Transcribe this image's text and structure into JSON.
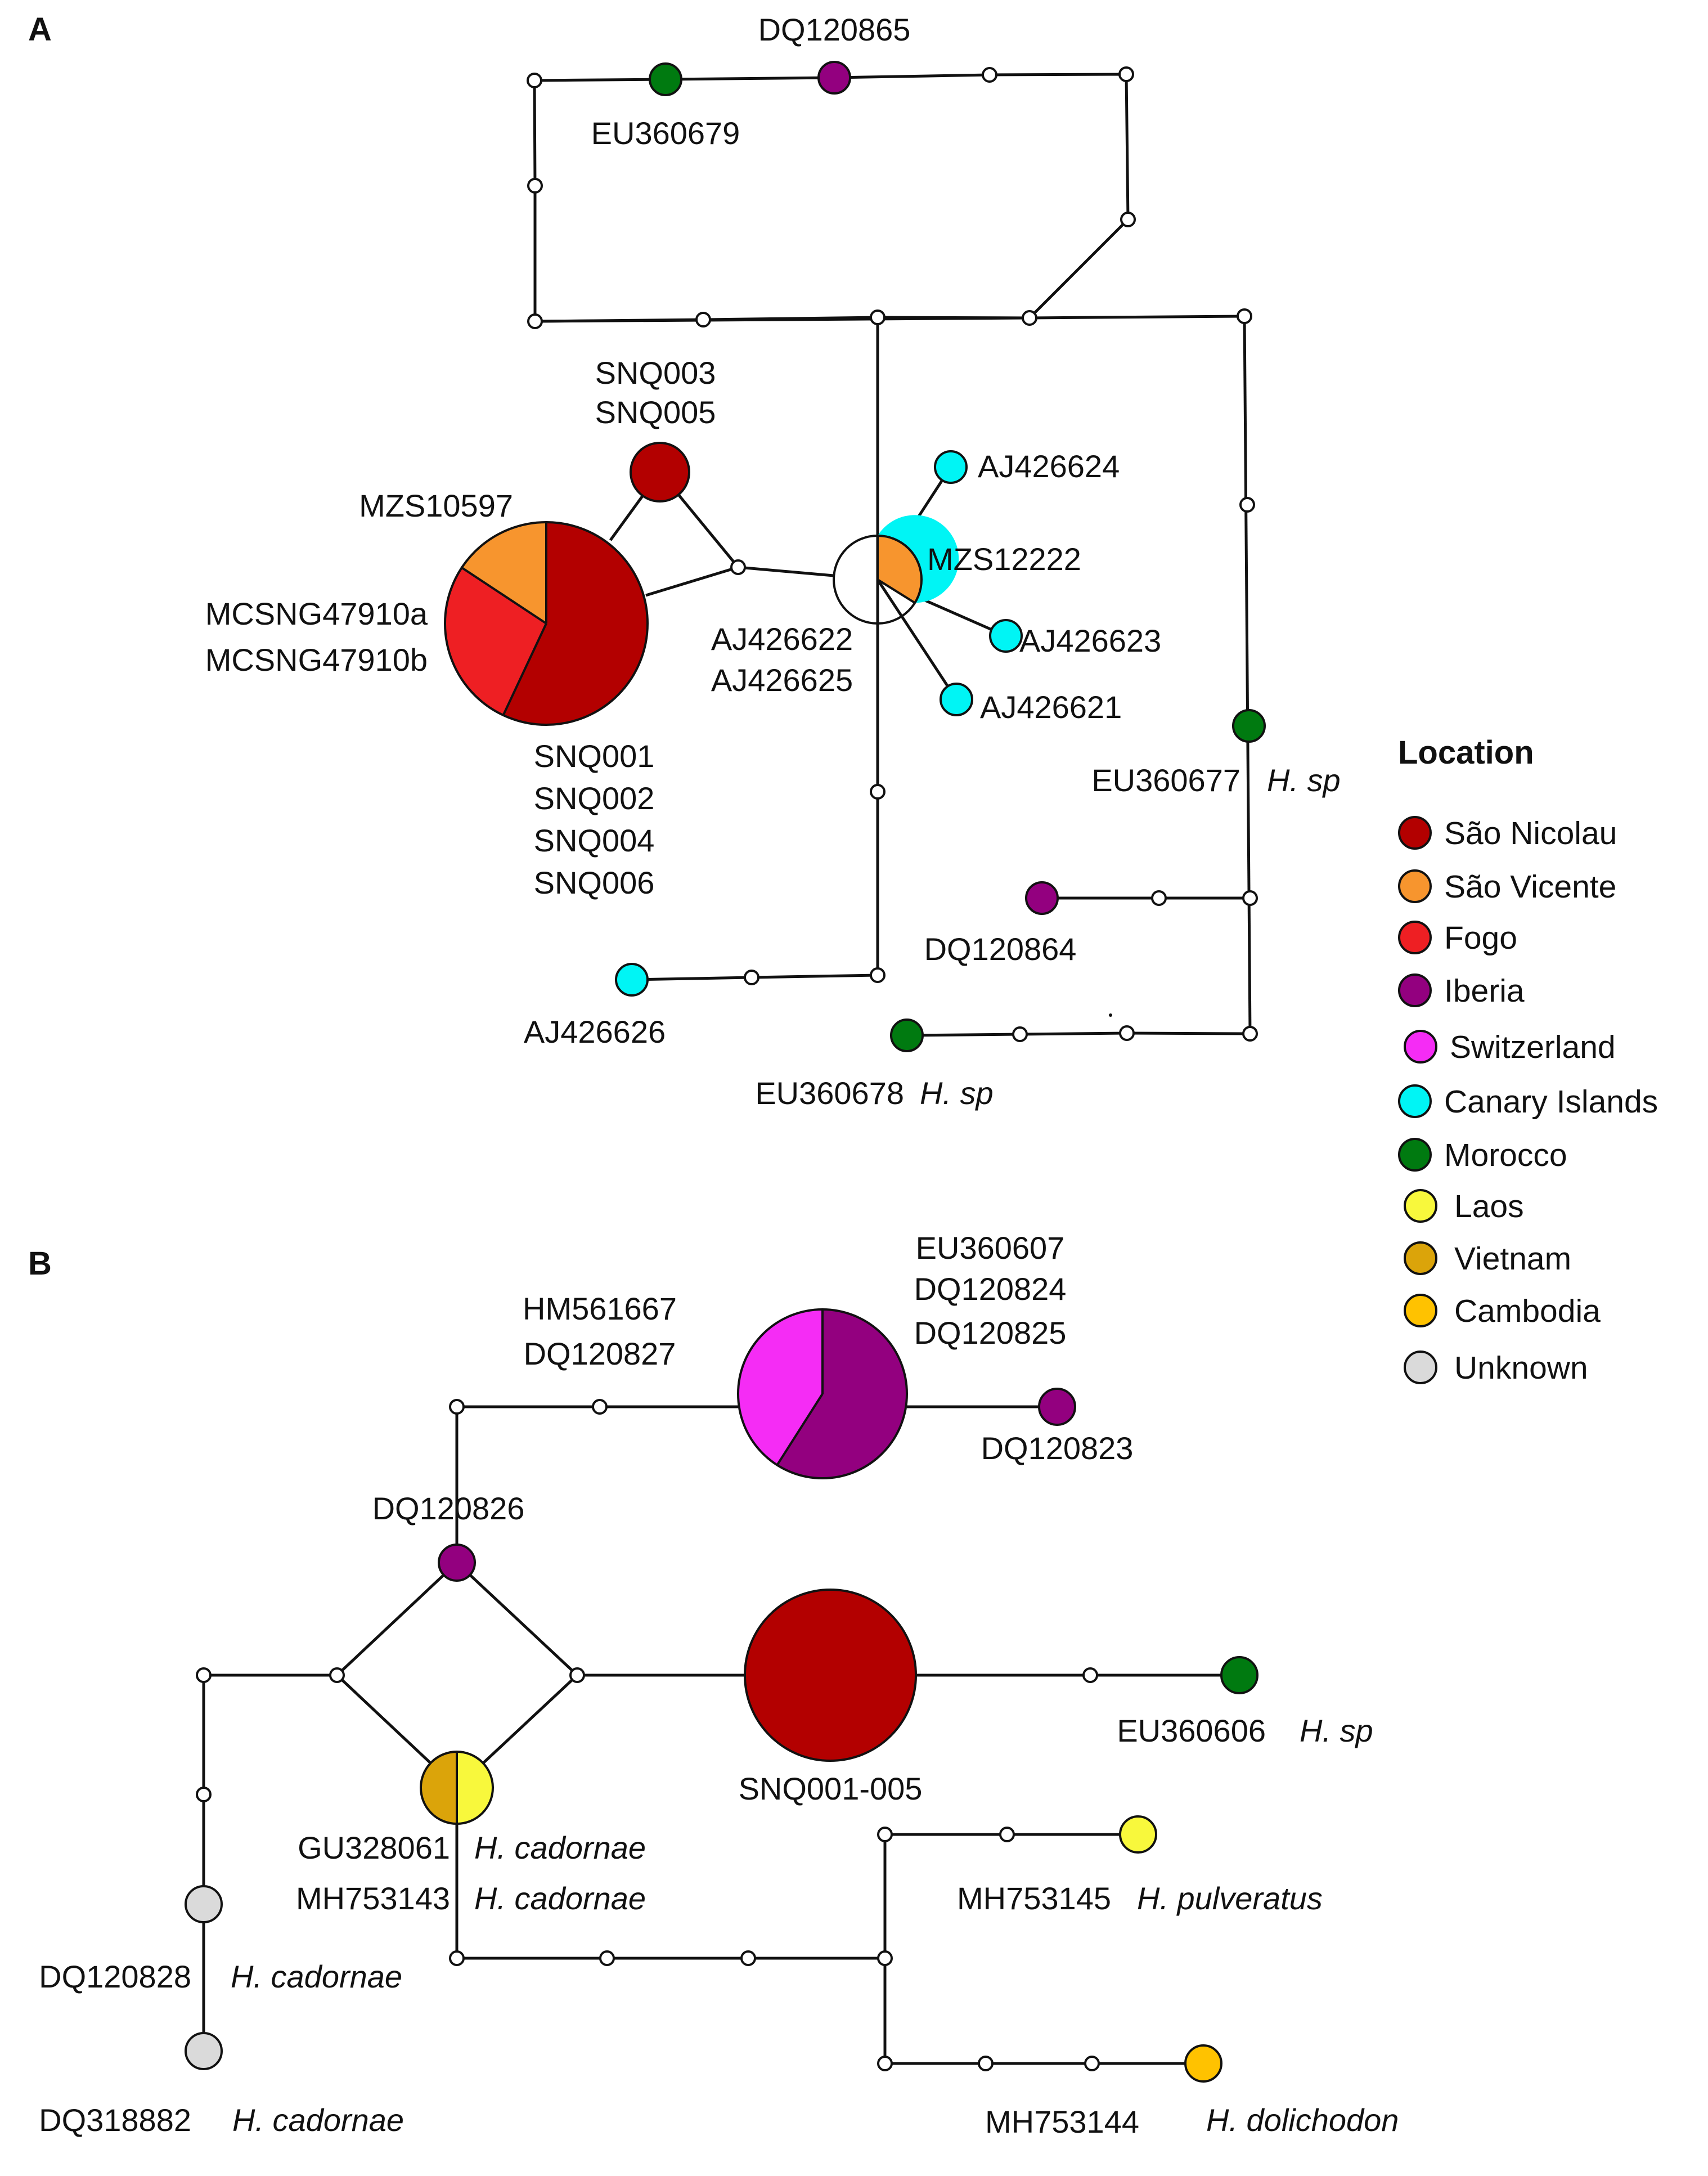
{
  "panels": {
    "a": "A",
    "b": "B"
  },
  "colors": {
    "sao_nicolau": "#b30000",
    "sao_vicente": "#f7952e",
    "fogo": "#ee1f23",
    "iberia": "#93007f",
    "switzerland": "#f52cf5",
    "canary": "#00f5f5",
    "morocco": "#007a10",
    "laos": "#f8f83c",
    "vietnam": "#dba40a",
    "cambodia": "#ffc200",
    "unknown": "#dadada"
  },
  "legend": {
    "title": "Location",
    "items": [
      {
        "label": "São Nicolau",
        "color": "#b30000"
      },
      {
        "label": "São Vicente",
        "color": "#f7952e"
      },
      {
        "label": "Fogo",
        "color": "#ee1f23"
      },
      {
        "label": "Iberia",
        "color": "#93007f"
      },
      {
        "label": "Switzerland",
        "color": "#f52cf5"
      },
      {
        "label": "Canary Islands",
        "color": "#00f5f5"
      },
      {
        "label": "Morocco",
        "color": "#007a10"
      },
      {
        "label": "Laos",
        "color": "#f8f83c"
      },
      {
        "label": "Vietnam",
        "color": "#dba40a"
      },
      {
        "label": "Cambodia",
        "color": "#ffc200"
      },
      {
        "label": "Unknown",
        "color": "#dadada"
      }
    ]
  },
  "a": {
    "dq120865": "DQ120865",
    "eu360679": "EU360679",
    "snq003": "SNQ003",
    "snq005": "SNQ005",
    "mzs10597": "MZS10597",
    "mcsng47910a": "MCSNG47910a",
    "mcsng47910b": "MCSNG47910b",
    "snq001": "SNQ001",
    "snq002": "SNQ002",
    "snq004": "SNQ004",
    "snq006": "SNQ006",
    "aj426624": "AJ426624",
    "mzs12222": "MZS12222",
    "aj426622": "AJ426622",
    "aj426625": "AJ426625",
    "aj426623": "AJ426623",
    "aj426621": "AJ426621",
    "eu360677": "EU360677",
    "eu360677_sp": "H. sp",
    "dq120864": "DQ120864",
    "aj426626": "AJ426626",
    "eu360678": "EU360678",
    "eu360678_sp": "H. sp"
  },
  "b": {
    "eu360607": "EU360607",
    "dq120824": "DQ120824",
    "dq120825": "DQ120825",
    "hm561667": "HM561667",
    "dq120827": "DQ120827",
    "dq120823": "DQ120823",
    "dq120826": "DQ120826",
    "eu360606": "EU360606",
    "eu360606_sp": "H. sp",
    "snq001_005": "SNQ001-005",
    "gu328061": "GU328061",
    "gu328061_sp": "H. cadornae",
    "mh753143": "MH753143",
    "mh753143_sp": "H. cadornae",
    "mh753145": "MH753145",
    "mh753145_sp": "H. pulveratus",
    "dq120828": "DQ120828",
    "dq120828_sp": "H. cadornae",
    "dq318882": "DQ318882",
    "dq318882_sp": "H. cadornae",
    "mh753144": "MH753144",
    "mh753144_sp": "H. dolichodon"
  }
}
